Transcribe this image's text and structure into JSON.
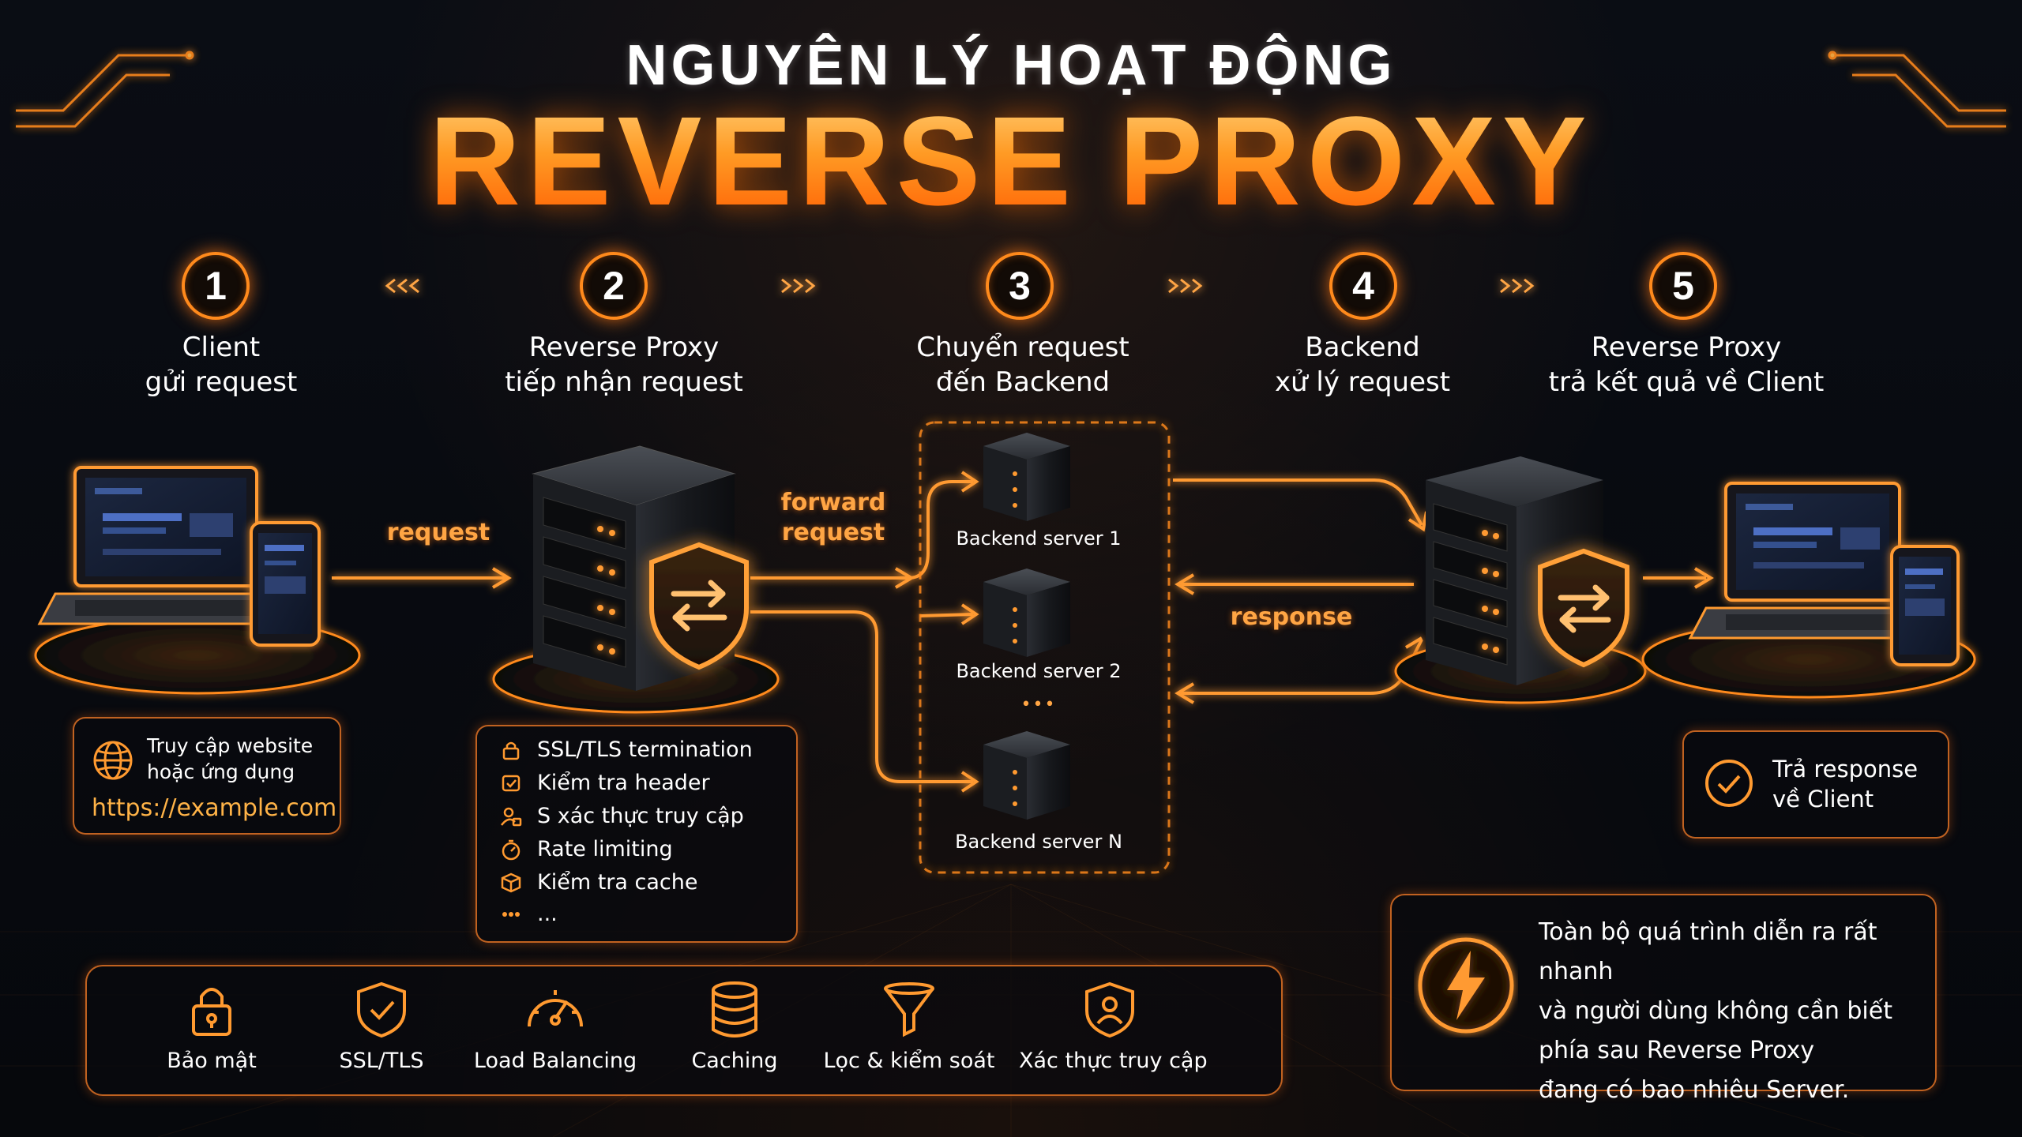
{
  "title": {
    "top": "NGUYÊN LÝ HOẠT ĐỘNG",
    "main": "REVERSE PROXY"
  },
  "steps": [
    {
      "number": "1",
      "line1": "Client",
      "line2": "gửi request"
    },
    {
      "number": "2",
      "line1": "Reverse Proxy",
      "line2": "tiếp nhận request"
    },
    {
      "number": "3",
      "line1": "Chuyển request",
      "line2": "đến Backend"
    },
    {
      "number": "4",
      "line1": "Backend",
      "line2": "xử lý request"
    },
    {
      "number": "5",
      "line1": "Reverse Proxy",
      "line2": "trả kết quả về Client"
    }
  ],
  "flow_labels": {
    "request": "request",
    "forward_line1": "forward",
    "forward_line2": "request",
    "response": "response"
  },
  "client_box": {
    "line1": "Truy cập website",
    "line2": "hoặc ứng dụng",
    "url": "https://example.com",
    "icon": "globe-icon"
  },
  "proxy_features": [
    {
      "label": "SSL/TLS termination",
      "icon": "lock-icon"
    },
    {
      "label": "Kiểm tra header",
      "icon": "check-icon"
    },
    {
      "label": "S xác thực truy cập",
      "icon": "user-lock-icon"
    },
    {
      "label": "Rate limiting",
      "icon": "timer-icon"
    },
    {
      "label": "Kiểm tra  cache",
      "icon": "cache-icon"
    },
    {
      "label": "...",
      "icon": "more-icon"
    }
  ],
  "backend_servers": [
    {
      "label": "Backend server 1"
    },
    {
      "label": "Backend server 2"
    },
    {
      "label": "Backend server N"
    }
  ],
  "backend_ellipsis": "•••",
  "response_box": {
    "line1": "Trả response",
    "line2": "về Client",
    "icon": "check-circle-icon"
  },
  "capabilities": [
    {
      "label": "Bảo mật",
      "icon": "padlock-icon"
    },
    {
      "label": "SSL/TLS",
      "icon": "shield-check-icon"
    },
    {
      "label": "Load Balancing",
      "icon": "gauge-icon"
    },
    {
      "label": "Caching",
      "icon": "database-icon"
    },
    {
      "label": "Lọc & kiểm soát",
      "icon": "filter-icon"
    },
    {
      "label": "Xác thực truy cập",
      "icon": "user-shield-icon"
    }
  ],
  "info": {
    "lines": [
      "Toàn bộ quá trình diễn ra rất nhanh",
      "và người dùng không cần biết",
      "phía sau Reverse Proxy",
      "đang có bao nhiêu Server."
    ],
    "icon": "lightning-icon"
  },
  "colors": {
    "accent": "#ff8a1c",
    "accent_bright": "#ffb347",
    "background": "#07090e"
  }
}
